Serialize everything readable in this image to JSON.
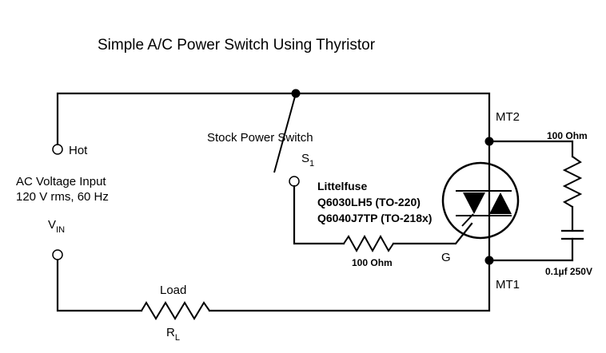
{
  "diagram": {
    "title": "Simple A/C Power Switch Using Thyristor",
    "source": {
      "hot_label": "Hot",
      "voltage_line1": "AC Voltage Input",
      "voltage_line2": "120 V rms, 60 Hz",
      "vin_main": "V",
      "vin_sub": "IN"
    },
    "switch": {
      "label": "Stock Power Switch",
      "ref_main": "S",
      "ref_sub": "1"
    },
    "thyristor": {
      "maker": "Littelfuse",
      "part1": "Q6030LH5 (TO-220)",
      "part2": "Q6040J7TP (TO-218x)",
      "mt2": "MT2",
      "mt1": "MT1",
      "gate": "G"
    },
    "gate_resistor": {
      "value": "100 Ohm"
    },
    "snubber": {
      "resistor": "100 Ohm",
      "capacitor": "0.1µf 250V"
    },
    "load": {
      "label": "Load",
      "ref_main": "R",
      "ref_sub": "L"
    }
  }
}
